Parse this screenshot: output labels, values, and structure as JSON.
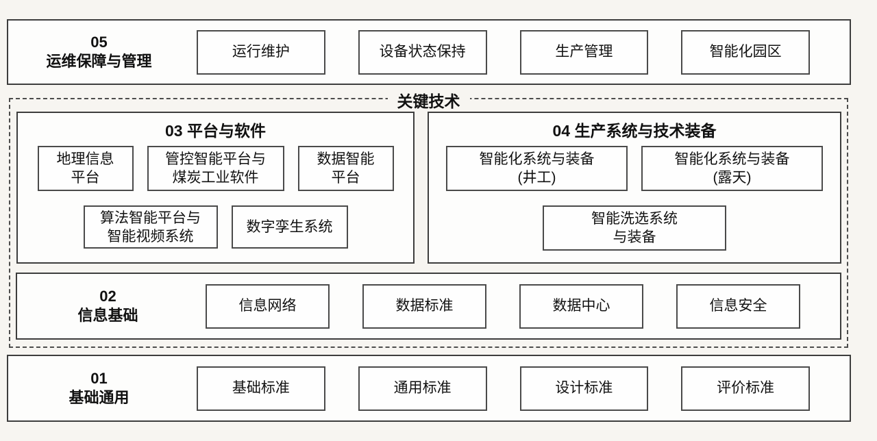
{
  "colors": {
    "page_background": "#f7f5f1",
    "box_fill": "#fdfdfc",
    "border": "#3d3d3d"
  },
  "key_tech_label": "关键技术",
  "layer05": {
    "code": "05",
    "name": "运维保障与管理",
    "items": [
      "运行维护",
      "设备状态保持",
      "生产管理",
      "智能化园区"
    ]
  },
  "layer03": {
    "title": "03 平台与软件",
    "row1": [
      "地理信息\n平台",
      "管控智能平台与\n煤炭工业软件",
      "数据智能\n平台"
    ],
    "row2": [
      "算法智能平台与\n智能视频系统",
      "数字孪生系统"
    ]
  },
  "layer04": {
    "title": "04 生产系统与技术装备",
    "row1": [
      "智能化系统与装备\n(井工)",
      "智能化系统与装备\n(露天)"
    ],
    "row2": [
      "智能洗选系统\n与装备"
    ]
  },
  "layer02": {
    "code": "02",
    "name": "信息基础",
    "items": [
      "信息网络",
      "数据标准",
      "数据中心",
      "信息安全"
    ]
  },
  "layer01": {
    "code": "01",
    "name": "基础通用",
    "items": [
      "基础标准",
      "通用标准",
      "设计标准",
      "评价标准"
    ]
  }
}
